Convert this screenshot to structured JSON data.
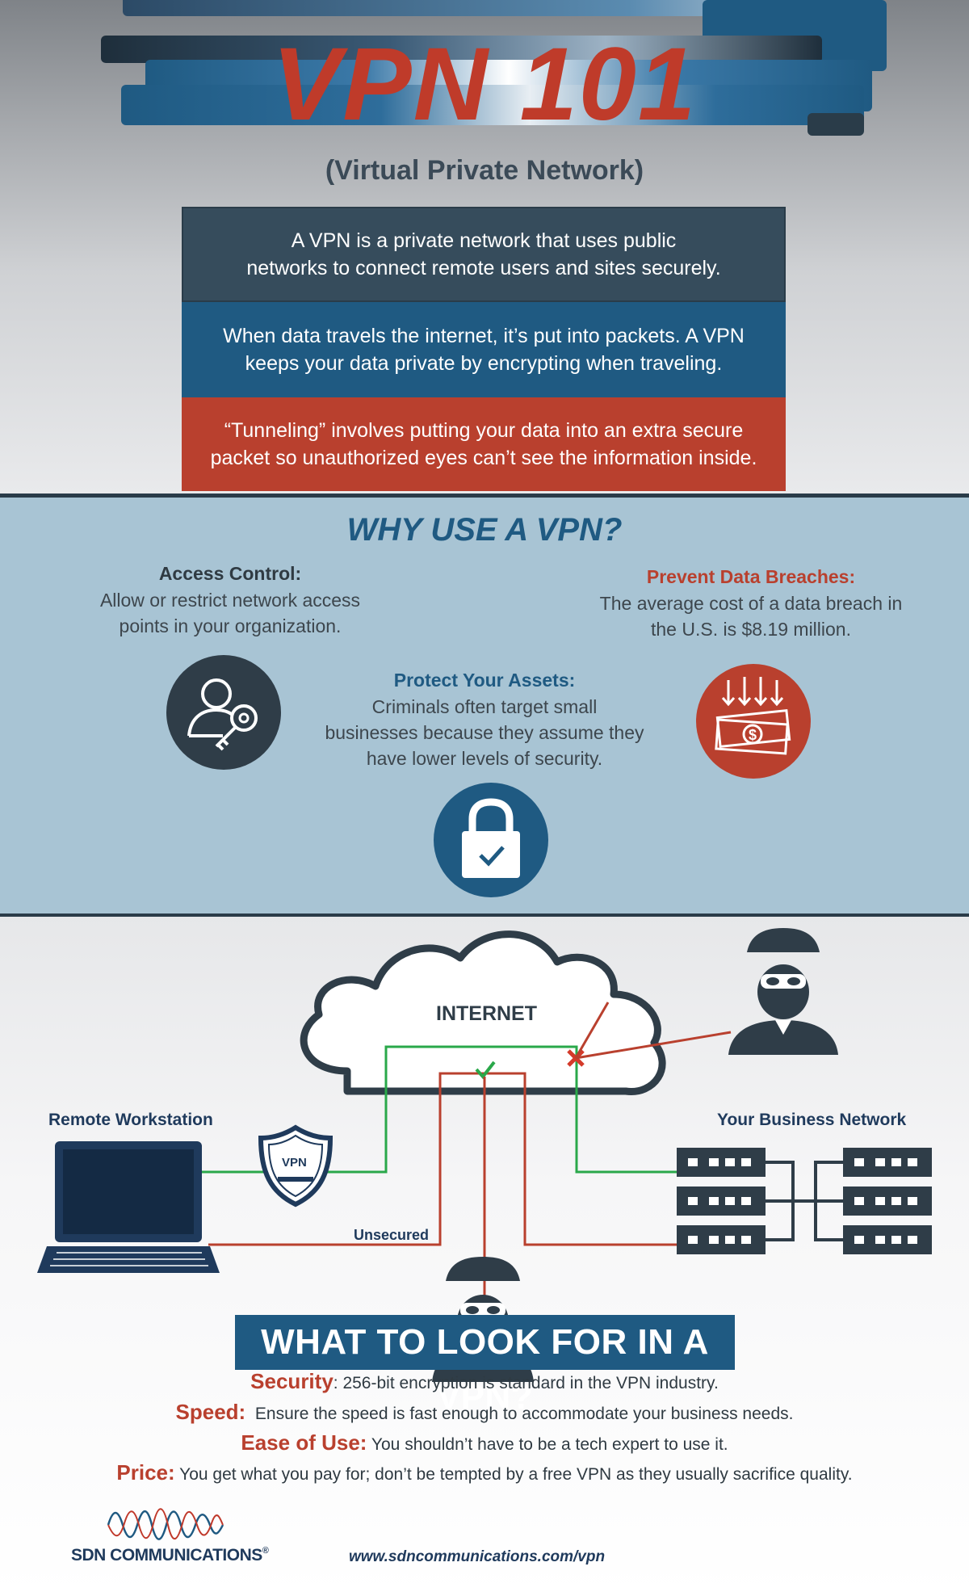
{
  "header": {
    "title": "VPN 101",
    "subtitle": "(Virtual Private Network)",
    "boxes": [
      {
        "line1": "A VPN is a private network that uses public",
        "line2": "networks to connect remote users and sites securely."
      },
      {
        "line1": "When data travels the internet, it’s put into packets. A VPN",
        "line2": "keeps your data private by encrypting when traveling."
      },
      {
        "line1": "“Tunneling” involves putting your data into an extra secure",
        "line2": "packet so unauthorized eyes can’t see the information inside."
      }
    ]
  },
  "why": {
    "title": "WHY USE A VPN?",
    "access": {
      "heading": "Access Control:",
      "line1": "Allow or restrict network access",
      "line2": "points in your organization."
    },
    "breach": {
      "heading": "Prevent Data Breaches:",
      "line1": "The average cost of a data breach in",
      "line2": "the U.S. is $8.19 million."
    },
    "assets": {
      "heading": "Protect Your Assets:",
      "line1": "Criminals often target small",
      "line2": "businesses because they assume they",
      "line3": "have lower levels of security."
    }
  },
  "diagram": {
    "internet": "INTERNET",
    "remote": "Remote Workstation",
    "business": "Your Business Network",
    "unsecured": "Unsecured",
    "vpn_badge": "VPN"
  },
  "lookfor": {
    "title": "WHAT TO LOOK FOR IN A VPN?",
    "items": [
      {
        "key": "Security",
        "sep": ": ",
        "text": "256-bit encryption is standard in the VPN industry."
      },
      {
        "key": "Speed:",
        "sep": "  ",
        "text": "Ensure the speed is fast enough to accommodate your business needs."
      },
      {
        "key": "Ease of Use:",
        "sep": " ",
        "text": "You shouldn’t have to be a tech expert to use it."
      },
      {
        "key": "Price:",
        "sep": " ",
        "text": "You get what you pay for; don’t be tempted by a free VPN as they usually sacrifice quality."
      }
    ]
  },
  "footer": {
    "logo": "SDN COMMUNICATIONS",
    "reg": "®",
    "url": "www.sdncommunications.com/vpn"
  },
  "colors": {
    "navy": "#1f3a5c",
    "blue": "#1f5a82",
    "red": "#b9402e",
    "slate": "#364c5c",
    "green": "#2aa84a"
  }
}
